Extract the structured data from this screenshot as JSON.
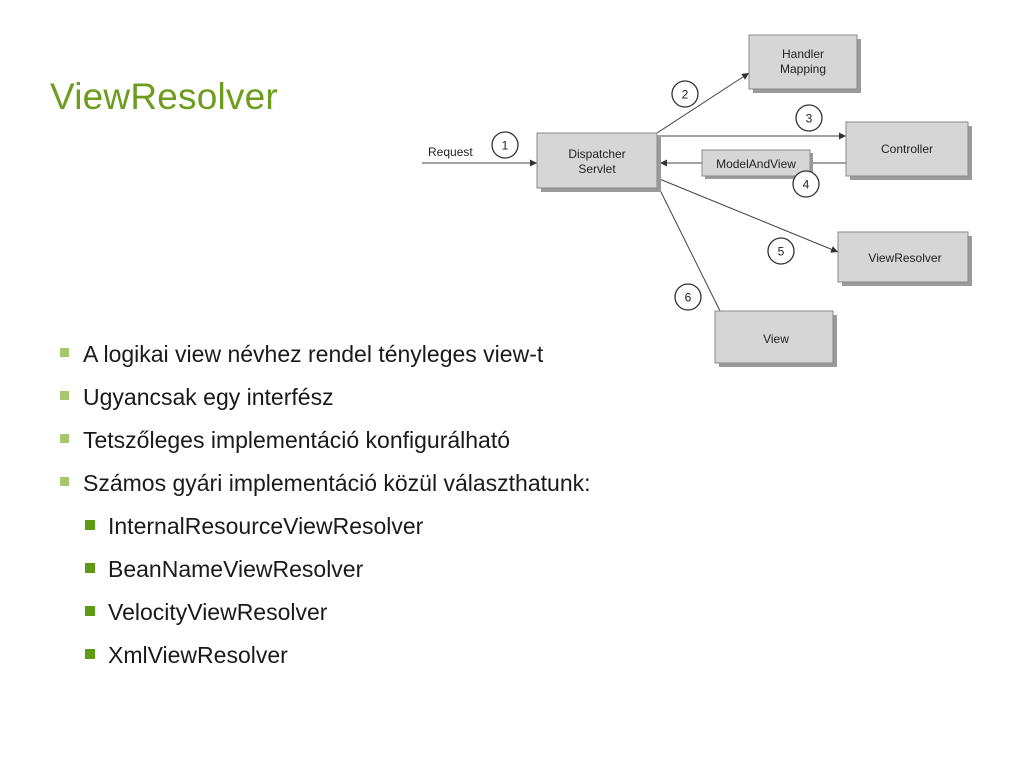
{
  "slide": {
    "title": "ViewResolver"
  },
  "diagram": {
    "request_label": "Request",
    "nodes": {
      "dispatcher": [
        "Dispatcher",
        "Servlet"
      ],
      "handler_mapping": [
        "Handler",
        "Mapping"
      ],
      "controller": [
        "Controller"
      ],
      "model_and_view": [
        "ModelAndView"
      ],
      "view_resolver": [
        "ViewResolver"
      ],
      "view": [
        "View"
      ]
    },
    "steps": [
      "1",
      "2",
      "3",
      "4",
      "5",
      "6"
    ]
  },
  "bullets": [
    {
      "level": 1,
      "text": "A logikai view névhez rendel tényleges view-t"
    },
    {
      "level": 1,
      "text": "Ugyancsak egy interfész"
    },
    {
      "level": 1,
      "text": "Tetszőleges implementáció konfigurálható"
    },
    {
      "level": 1,
      "text": "Számos gyári implementáció közül választhatunk:"
    },
    {
      "level": 2,
      "text": "InternalResourceViewResolver"
    },
    {
      "level": 2,
      "text": "BeanNameViewResolver"
    },
    {
      "level": 2,
      "text": "VelocityViewResolver"
    },
    {
      "level": 2,
      "text": "XmlViewResolver"
    }
  ]
}
